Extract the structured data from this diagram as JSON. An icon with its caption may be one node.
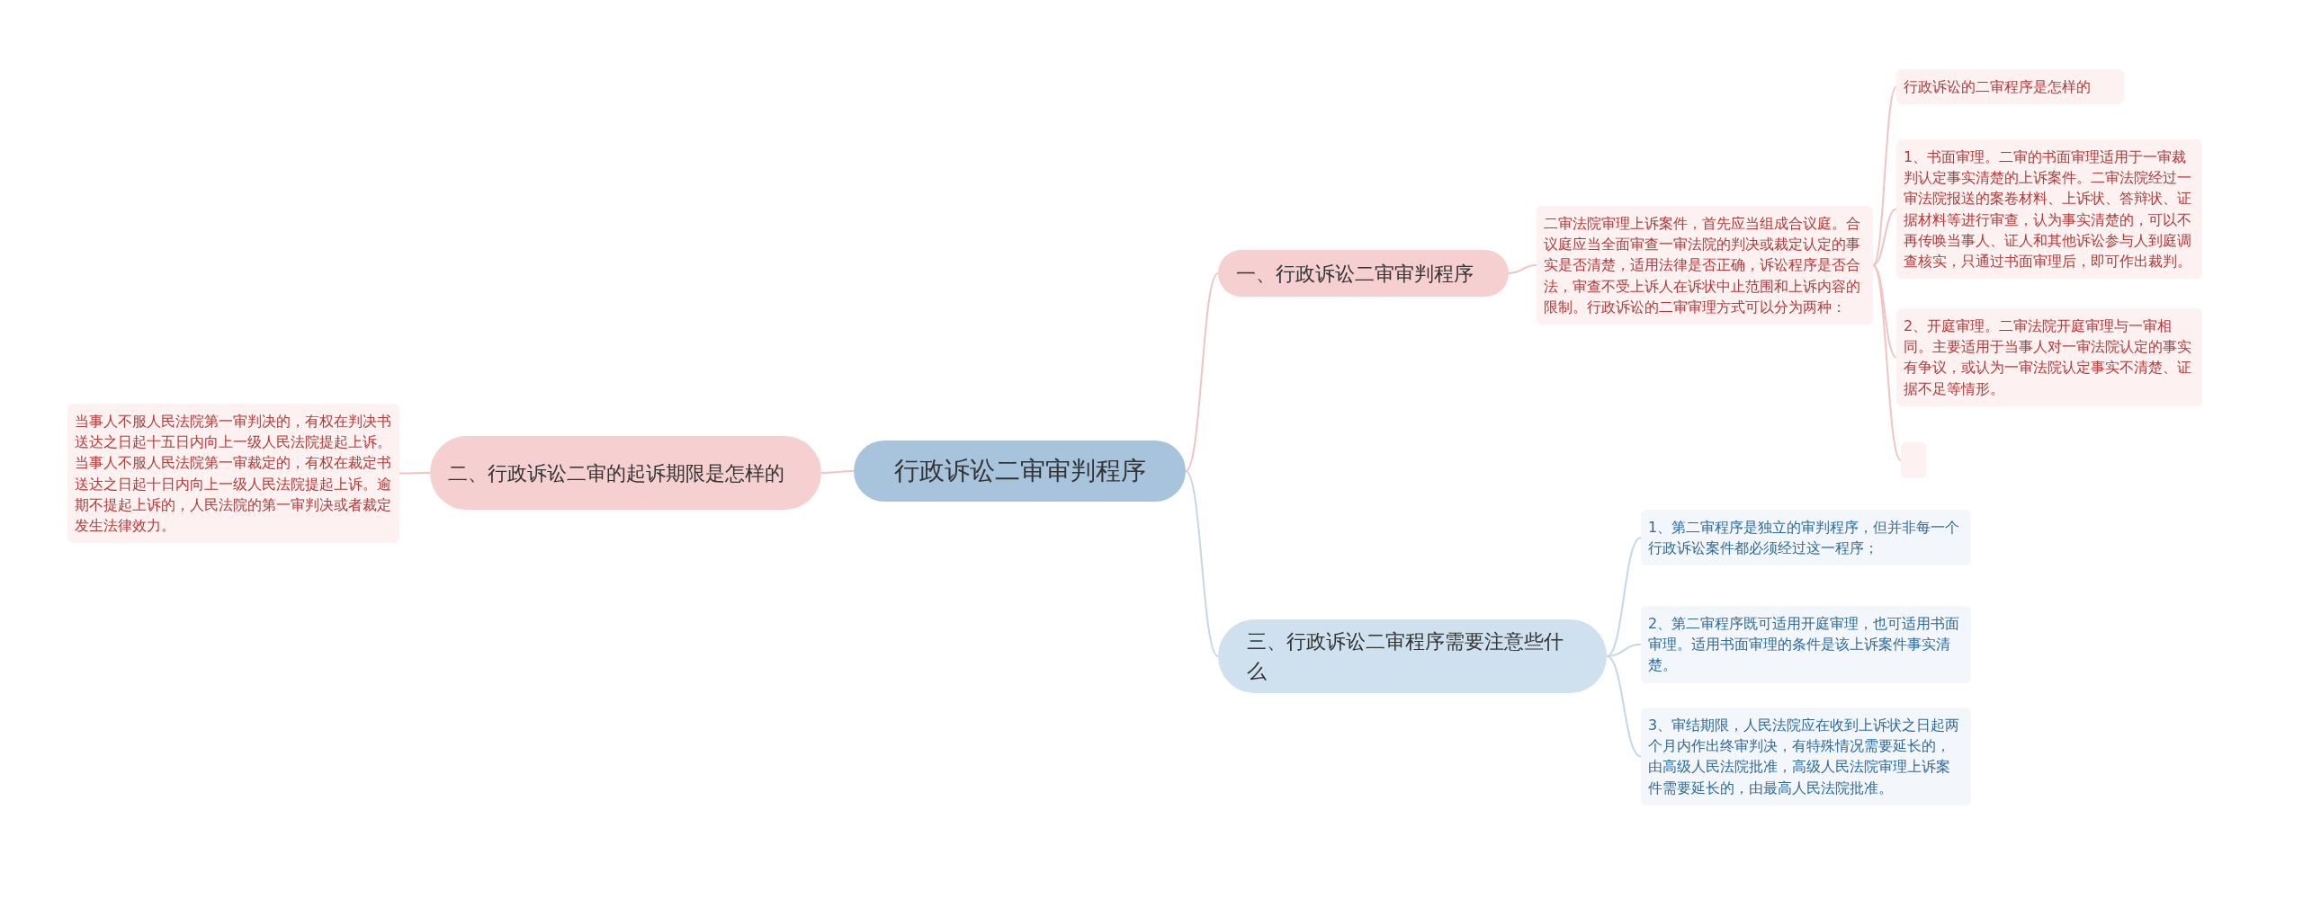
{
  "diagram": {
    "nodes": [
      {
        "text": [
          "行政诉讼二审审判程序"
        ]
      },
      {
        "text": [
          "一、行政诉讼二审审判程序"
        ]
      },
      {
        "text": [
          "二审法院审理上诉案件，首先应当组成合议庭。合议庭应当全面审查一审法院的判决或裁定认定的事实是否清楚，适用法律是否正确，诉讼程序是否合法，审查不受上诉人在诉状中止范围和上诉内容的限制。行政诉讼的二审审理方式可以分为两种："
        ]
      },
      {
        "text": [
          "行政诉讼的二审程序是怎样的"
        ]
      },
      {
        "text": [
          "1、书面审理。二审的书面审理适用于一审裁判认定事实清楚的上诉案件。二审法院经过一审法院报送的案卷材料、上诉状、答辩状、证据材料等进行审查，认为事实清楚的，可以不再传唤当事人、证人和其他诉讼参与人到庭调查核实，只通过书面审理后，即可作出裁判。"
        ]
      },
      {
        "text": [
          "2、开庭审理。二审法院开庭审理与一审相同。主要适用于当事人对一审法院认定的事实有争议，或认为一审法院认定事实不清楚、证据不足等情形。"
        ]
      },
      {
        "text": [],
        "shape": "box"
      },
      {
        "text": [
          "二、行政诉讼二审的起诉期限是怎样的"
        ]
      },
      {
        "text": [
          "当事人不服人民法院第一审判决的，有权在判决书送达之日起十五日内向上一级人民法院提起上诉。当事人不服人民法院第一审裁定的，有权在裁定书送达之日起十日内向上一级人民法院提起上诉。逾期不提起上诉的，人民法院的第一审判决或者裁定发生法律效力。"
        ]
      },
      {
        "text": [
          "三、行政诉讼二审程序需要注意些什么"
        ]
      },
      {
        "text": [
          "1、第二审程序是独立的审判程序，但并非每一个行政诉讼案件都必须经过这一程序；"
        ]
      },
      {
        "text": [
          "2、第二审程序既可适用开庭审理，也可适用书面审理。适用书面审理的条件是该上诉案件事实清楚。"
        ]
      },
      {
        "text": [
          "3、审结期限，人民法院应在收到上诉状之日起两个月内作出终审判决，有特殊情况需要延长的，由高级人民法院批准，高级人民法院审理上诉案件需要延长的，由最高人民法院批准。"
        ]
      }
    ],
    "edges": [
      {
        "from": 0,
        "to": 1,
        "arrow": "none"
      },
      {
        "from": 1,
        "to": 2,
        "arrow": "none"
      },
      {
        "from": 2,
        "to": 3,
        "arrow": "none"
      },
      {
        "from": 2,
        "to": 4,
        "arrow": "none"
      },
      {
        "from": 2,
        "to": 5,
        "arrow": "none"
      },
      {
        "from": 2,
        "to": 6,
        "arrow": "none"
      },
      {
        "from": 0,
        "to": 7,
        "arrow": "none"
      },
      {
        "from": 7,
        "to": 8,
        "arrow": "none"
      },
      {
        "from": 0,
        "to": 9,
        "arrow": "none",
        "color": "#c5d7e6"
      },
      {
        "from": 9,
        "to": 10,
        "arrow": "none",
        "color": "#c5d7e6"
      },
      {
        "from": 9,
        "to": 11,
        "arrow": "none",
        "color": "#c5d7e6"
      },
      {
        "from": 9,
        "to": 12,
        "arrow": "none",
        "color": "#c5d7e6"
      }
    ]
  }
}
